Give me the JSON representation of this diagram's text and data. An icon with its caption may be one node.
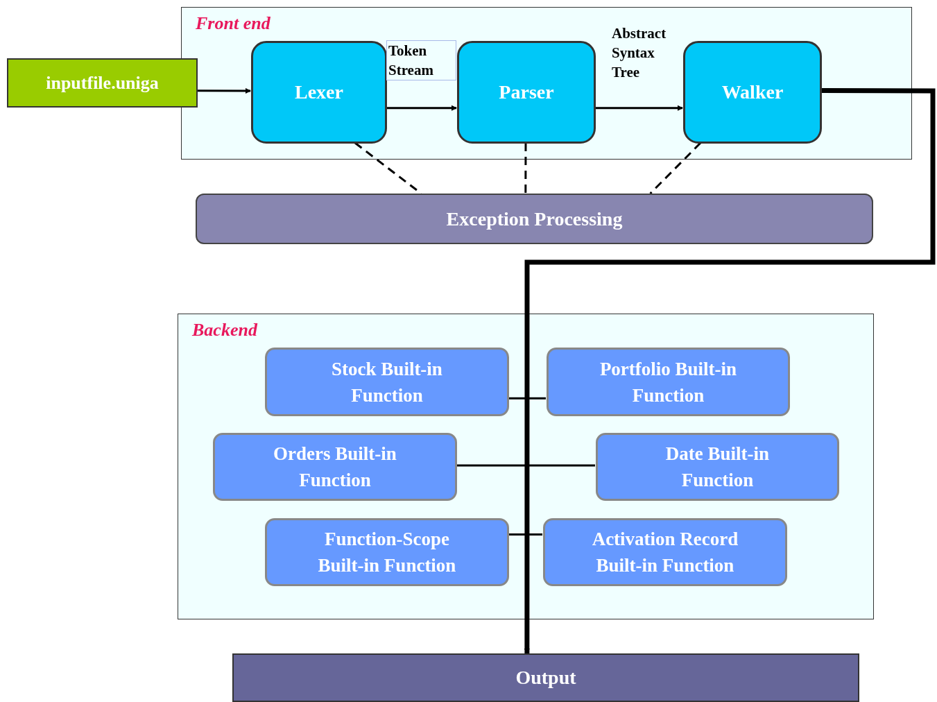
{
  "diagram": {
    "nodes": [
      {
        "text": [
          "Front end"
        ]
      },
      {
        "text": [
          "inputfile.uniga"
        ]
      },
      {
        "text": [
          "Lexer"
        ],
        "in": 0
      },
      {
        "text": [
          "Parser"
        ],
        "in": 0
      },
      {
        "text": [
          "Walker"
        ],
        "in": 0
      },
      {
        "text": [
          "Exception Processing"
        ]
      },
      {
        "text": [
          "Backend"
        ]
      },
      {
        "text": [
          "Stock Built-in Function"
        ],
        "in": 6
      },
      {
        "text": [
          "Portfolio Built-in Function"
        ],
        "in": 6
      },
      {
        "text": [
          "Orders Built-in Function"
        ],
        "in": 6
      },
      {
        "text": [
          "Date Built-in Function"
        ],
        "in": 6
      },
      {
        "text": [
          "Function-Scope Built-in Function"
        ],
        "in": 6
      },
      {
        "text": [
          "Activation Record Built-in Function"
        ],
        "in": 6
      },
      {
        "text": [
          "Output"
        ]
      }
    ],
    "edges": [
      {
        "from": 1,
        "to": 2,
        "arrow": "to"
      },
      {
        "from": 2,
        "to": 3,
        "arrow": "to",
        "label": "Token Stream"
      },
      {
        "from": 3,
        "to": 4,
        "arrow": "to",
        "label": "Abstract Syntax Tree"
      },
      {
        "from": 2,
        "to": 5,
        "arrow": "none",
        "style": "dashed"
      },
      {
        "from": 3,
        "to": 5,
        "arrow": "none",
        "style": "dashed"
      },
      {
        "from": 4,
        "to": 5,
        "arrow": "none",
        "style": "dashed"
      },
      {
        "from": 4,
        "to": 13,
        "arrow": "to",
        "style": "thick"
      },
      {
        "from": 7,
        "to": 8,
        "arrow": "none"
      },
      {
        "from": 9,
        "to": 10,
        "arrow": "none"
      },
      {
        "from": 11,
        "to": 12,
        "arrow": "none"
      }
    ]
  }
}
